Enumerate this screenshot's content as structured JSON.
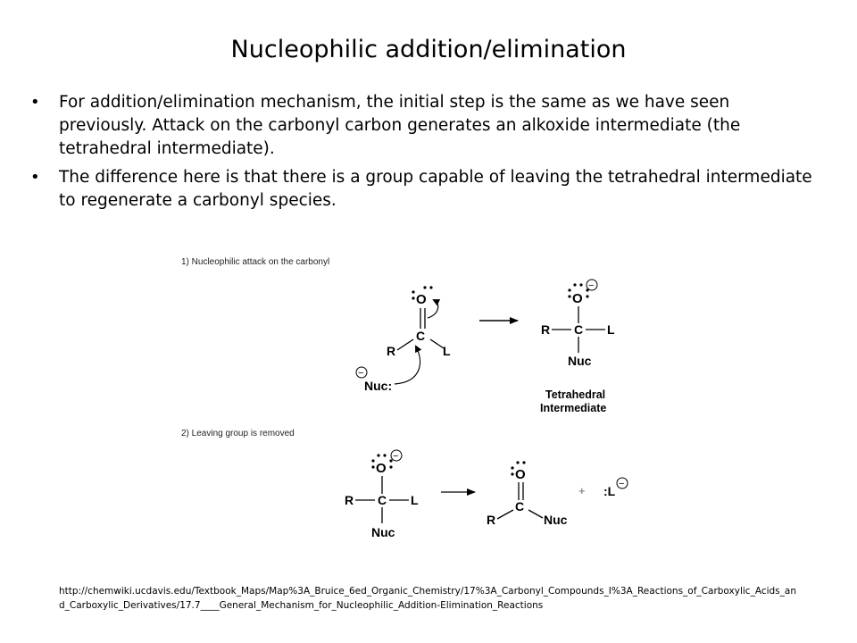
{
  "slide": {
    "title": "Nucleophilic addition/elimination",
    "bullets": [
      "For addition/elimination mechanism, the initial step is the same as we have seen previously.  Attack on the carbonyl carbon generates an alkoxide intermediate (the tetrahedral intermediate).",
      "The difference here is that there is a group capable of leaving the tetrahedral intermediate to regenerate a carbonyl species."
    ],
    "source_url": "http://chemwiki.ucdavis.edu/Textbook_Maps/Map%3A_Bruice_6ed_Organic_Chemistry/17%3A_Carbonyl_Compounds_I%3A_Reactions_of_Carboxylic_Acids_and_Carboxylic_Derivatives/17.7____General_Mechanism_for_Nucleophilic_Addition-Elimination_Reactions"
  },
  "scheme": {
    "step1_label": "1)  Nucleophilic attack on the carbonyl",
    "step2_label": "2) Leaving group is removed",
    "intermediate_label_line1": "Tetrahedral",
    "intermediate_label_line2": "Intermediate",
    "atoms": {
      "oxygen": "O",
      "carbon": "C",
      "r_group": "R",
      "leaving_group": "L",
      "nucleophile": "Nuc",
      "nucleophile_colon": "Nuc:",
      "leaving_ion": ":L",
      "plus": "+",
      "charge": "−"
    }
  }
}
